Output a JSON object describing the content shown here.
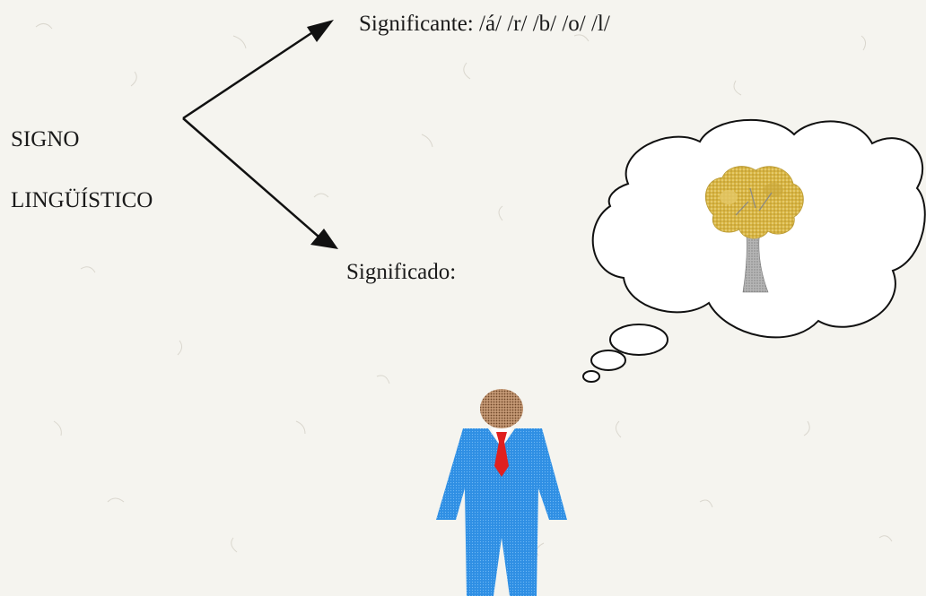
{
  "sign_term": {
    "line1": "SIGNO",
    "line2": "LINGÜÍSTICO"
  },
  "branches": {
    "signifier": "Significante: /á/ /r/ /b/ /o/ /l/",
    "signified": "Significado:"
  },
  "illustration": {
    "thought_image": "tree",
    "figure": "person",
    "colors": {
      "background": "#f5f4ef",
      "foliage": "#d8b543",
      "trunk": "#a7a7a7",
      "suit": "#2f8fe4",
      "tie": "#e0201f",
      "head": "#a0704a",
      "ink": "#111111"
    }
  }
}
